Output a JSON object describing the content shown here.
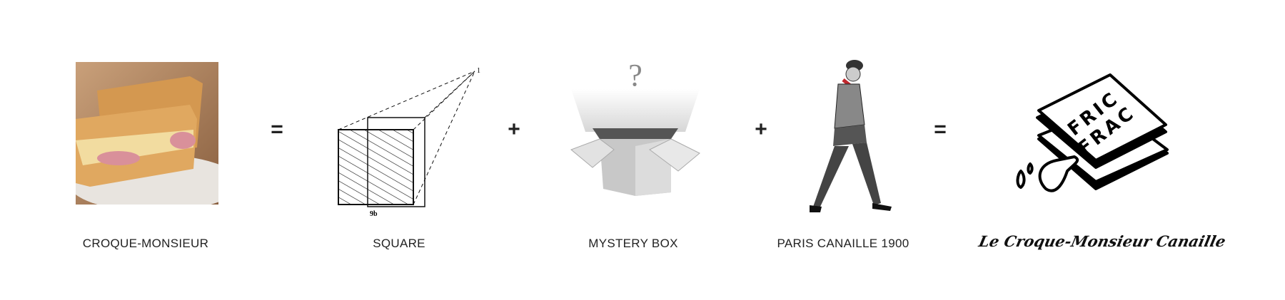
{
  "items": [
    {
      "label": "CROQUE-MONSIEUR"
    },
    {
      "label": "SQUARE",
      "dimension_top": "1",
      "dimension_bottom": "9b"
    },
    {
      "label": "MYSTERY BOX",
      "symbol": "?"
    },
    {
      "label": "PARIS CANAILLE 1900"
    },
    {
      "label": "Le Croque-Monsieur Canaille",
      "logo_text": [
        "FRIC",
        "FRAC"
      ]
    }
  ],
  "operators": [
    "=",
    "+",
    "+",
    "="
  ]
}
